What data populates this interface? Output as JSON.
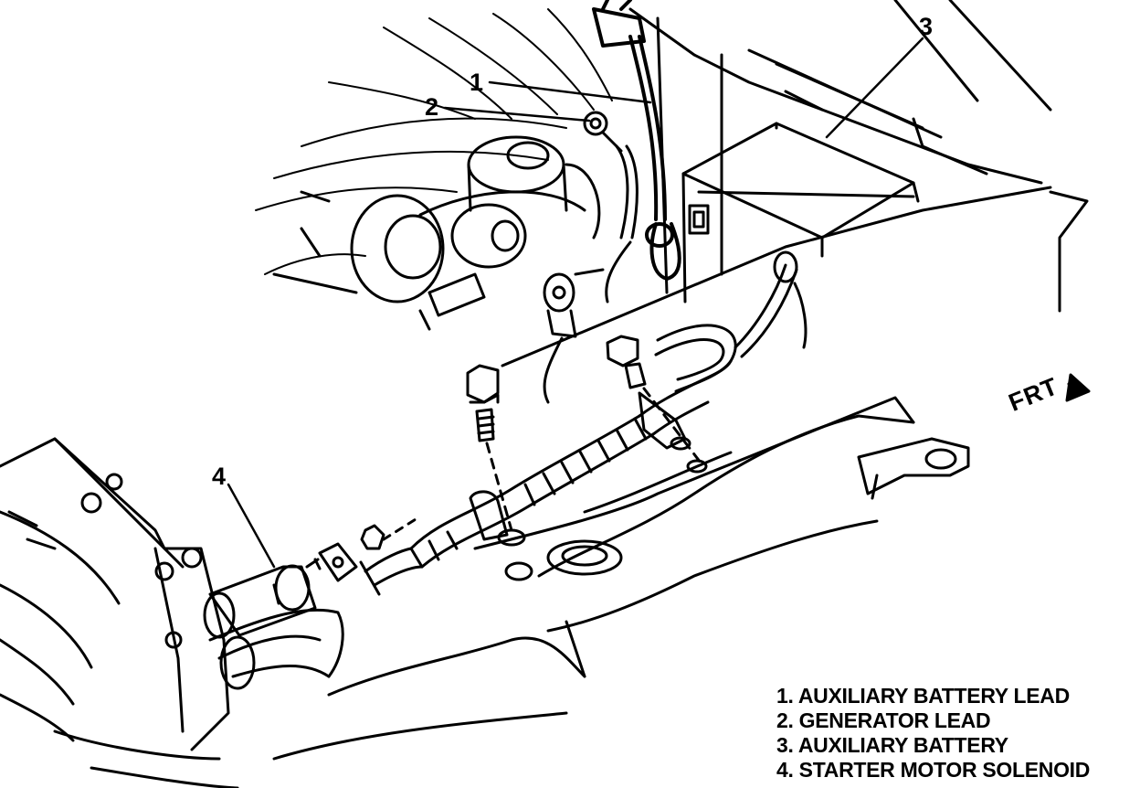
{
  "callouts": [
    {
      "id": "1",
      "label": "1"
    },
    {
      "id": "2",
      "label": "2"
    },
    {
      "id": "3",
      "label": "3"
    },
    {
      "id": "4",
      "label": "4"
    }
  ],
  "direction_label": "FRT",
  "legend": [
    "1. AUXILIARY BATTERY LEAD",
    "2. GENERATOR LEAD",
    "3. AUXILIARY BATTERY",
    "4. STARTER MOTOR SOLENOID"
  ]
}
